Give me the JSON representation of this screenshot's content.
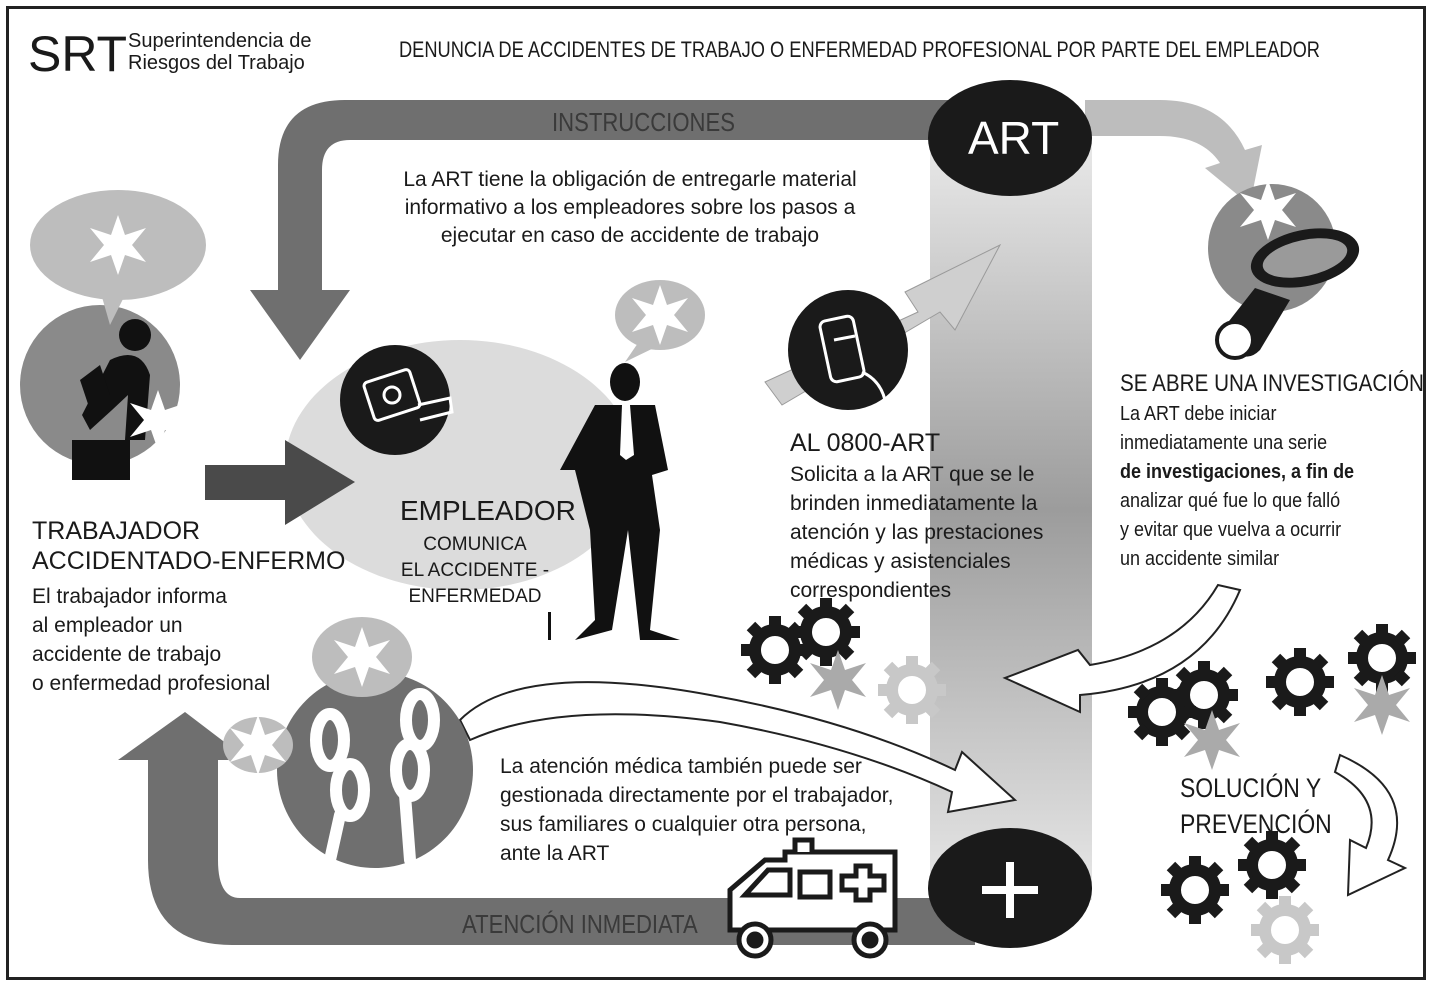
{
  "header": {
    "logo": "SRT",
    "org_line1": "Superintendencia de",
    "org_line2": "Riesgos del Trabajo",
    "title": "DENUNCIA DE ACCIDENTES DE TRABAJO O ENFERMEDAD PROFESIONAL POR PARTE DEL EMPLEADOR"
  },
  "top_flow": {
    "label": "INSTRUCCIONES",
    "badge": "ART",
    "text": [
      "La ART tiene la obligación de entregarle material",
      "informativo a los empleadores sobre los pasos a",
      "ejecutar en caso de accidente de trabajo"
    ]
  },
  "worker": {
    "title_line1": "TRABAJADOR",
    "title_line2": "ACCIDENTADO-ENFERMO",
    "text": [
      "El trabajador informa",
      "al empleador un",
      "accidente de trabajo",
      "o enfermedad profesional"
    ]
  },
  "employer": {
    "title": "EMPLEADOR",
    "text": [
      "COMUNICA",
      "EL ACCIDENTE -",
      "ENFERMEDAD"
    ]
  },
  "call": {
    "title": "AL 0800-ART",
    "text": [
      "Solicita a la ART que se le",
      "brinden inmediatamente la",
      "atención y las prestaciones",
      "médicas y asistenciales",
      "correspondientes"
    ]
  },
  "investigation": {
    "title": "SE ABRE UNA INVESTIGACIÓN",
    "line1": "La ART debe iniciar",
    "line2": "inmediatamente una serie",
    "line3_bold": "de investigaciones, a fin de",
    "line4": "analizar qué fue lo que falló",
    "line5": "y evitar que vuelva a ocurrir",
    "line6": "un accidente similar"
  },
  "solution": {
    "line1": "SOLUCIÓN Y",
    "line2": "PREVENCIÓN"
  },
  "direct_care": {
    "text": [
      "La atención médica también puede ser",
      "gestionada directamente por el trabajador,",
      "sus familiares o cualquier otra persona,",
      "ante la ART"
    ]
  },
  "bottom_flow": {
    "label": "ATENCIÓN INMEDIATA",
    "badge": "+"
  },
  "colors": {
    "dark": "#1a1a1a",
    "mid": "#6f6f6f",
    "light": "#c9c9c9",
    "pale": "#e0e0e0"
  }
}
